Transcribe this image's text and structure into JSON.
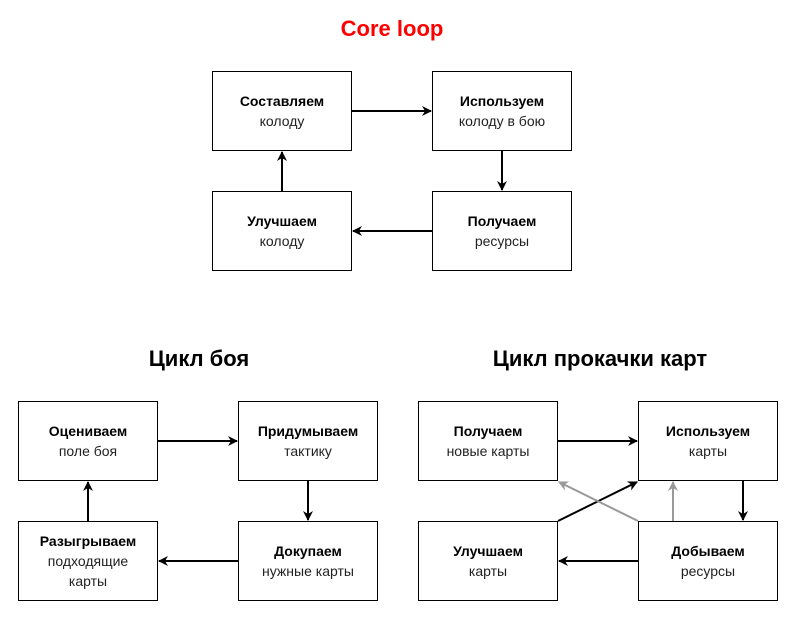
{
  "titles": {
    "core": "Core loop",
    "battle": "Цикл боя",
    "upgrade": "Цикл прокачки карт"
  },
  "colors": {
    "core_title": "#ff0000",
    "edge_primary": "#000000",
    "edge_secondary": "#999999"
  },
  "core_loop": {
    "nodes": [
      {
        "id": "compose",
        "bold": "Составляем",
        "sub": "колоду"
      },
      {
        "id": "use",
        "bold": "Используем",
        "sub": "колоду в бою"
      },
      {
        "id": "get",
        "bold": "Получаем",
        "sub": "ресурсы"
      },
      {
        "id": "improve",
        "bold": "Улучшаем",
        "sub": "колоду"
      }
    ],
    "edges": [
      {
        "from": "compose",
        "to": "use"
      },
      {
        "from": "use",
        "to": "get"
      },
      {
        "from": "get",
        "to": "improve"
      },
      {
        "from": "improve",
        "to": "compose"
      }
    ]
  },
  "battle_loop": {
    "nodes": [
      {
        "id": "assess",
        "bold": "Оцениваем",
        "sub": "поле боя"
      },
      {
        "id": "plan",
        "bold": "Придумываем",
        "sub": "тактику"
      },
      {
        "id": "buy",
        "bold": "Докупаем",
        "sub": "нужные карты"
      },
      {
        "id": "play",
        "bold": "Разыгрываем",
        "sub": "подходящие карты"
      }
    ],
    "edges": [
      {
        "from": "assess",
        "to": "plan"
      },
      {
        "from": "plan",
        "to": "buy"
      },
      {
        "from": "buy",
        "to": "play"
      },
      {
        "from": "play",
        "to": "assess"
      }
    ]
  },
  "upgrade_loop": {
    "nodes": [
      {
        "id": "receive",
        "bold": "Получаем",
        "sub": "новые карты"
      },
      {
        "id": "use",
        "bold": "Используем",
        "sub": "карты"
      },
      {
        "id": "mine",
        "bold": "Добываем",
        "sub": "ресурсы"
      },
      {
        "id": "improve",
        "bold": "Улучшаем",
        "sub": "карты"
      }
    ],
    "edges": [
      {
        "from": "receive",
        "to": "use",
        "style": "primary"
      },
      {
        "from": "use",
        "to": "mine",
        "style": "primary"
      },
      {
        "from": "mine",
        "to": "improve",
        "style": "primary"
      },
      {
        "from": "improve",
        "to": "use",
        "style": "primary"
      },
      {
        "from": "mine",
        "to": "receive",
        "style": "secondary"
      },
      {
        "from": "mine",
        "to": "use",
        "style": "secondary"
      }
    ]
  }
}
